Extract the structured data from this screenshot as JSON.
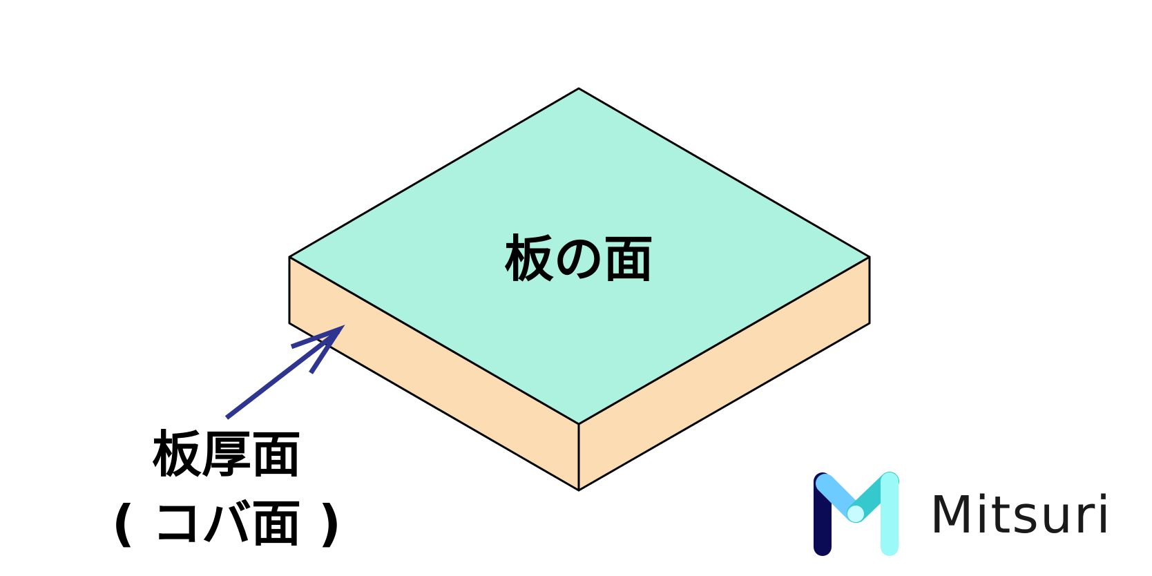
{
  "diagram": {
    "top_face_label": "板の面",
    "edge_face_label_line1": "板厚面",
    "edge_face_label_line2": "( コバ面 )"
  },
  "brand": {
    "logo_icon": "mitsuri-m-logo-icon",
    "name": "Mitsuri"
  },
  "colors": {
    "top_face": "#adf2df",
    "side_faces": "#fcdcb2",
    "outline": "#000000",
    "arrow": "#2e3590",
    "logo_dark": "#0b0b55",
    "logo_light_blue": "#6ecbff",
    "logo_teal": "#35c8cc",
    "logo_cyan": "#9bfaf8",
    "logo_pale": "#c8fbff"
  }
}
